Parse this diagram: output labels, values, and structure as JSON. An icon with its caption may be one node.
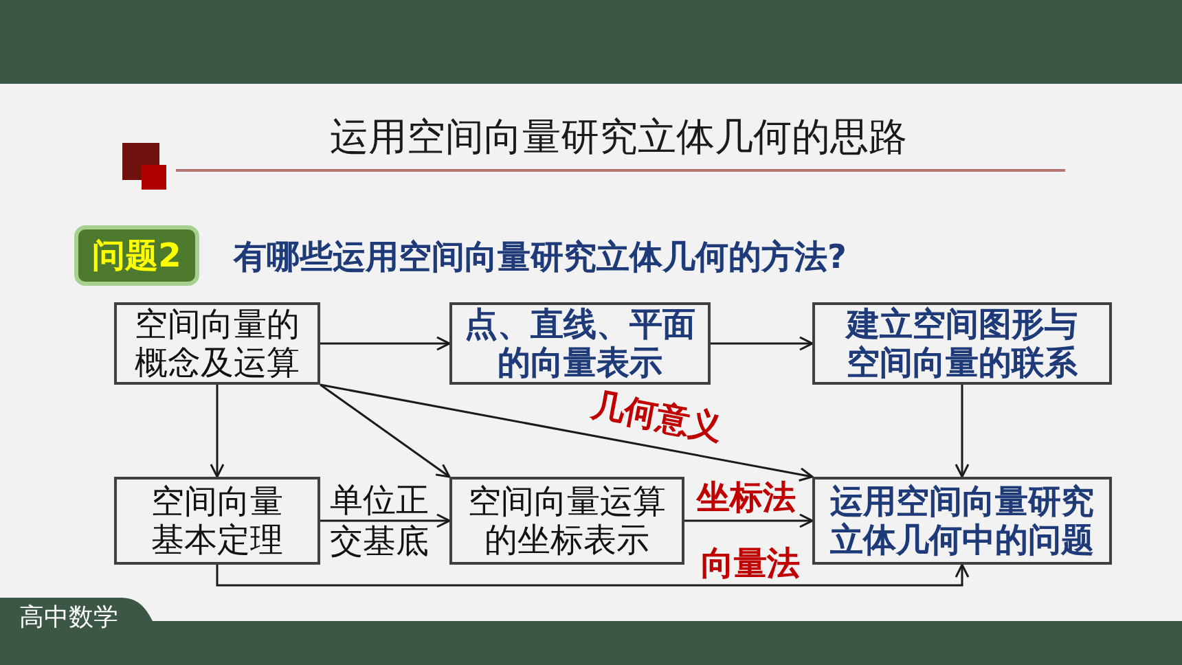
{
  "diagram": {
    "title": "运用空间向量研究立体几何的思路",
    "nodes": [
      {
        "text": [
          "问题2"
        ],
        "beside": [
          "有哪些运用空间向量研究立体几何的方法?"
        ]
      },
      {
        "text": [
          "空间向量的概念及运算"
        ]
      },
      {
        "text": [
          "点、直线、平面的向量表示"
        ]
      },
      {
        "text": [
          "建立空间图形与空间向量的联系"
        ]
      },
      {
        "text": [
          "空间向量基本定理"
        ]
      },
      {
        "text": [
          "空间向量运算的坐标表示"
        ]
      },
      {
        "text": [
          "运用空间向量研究立体几何中的问题"
        ]
      },
      {
        "text": [
          "高中数学"
        ]
      }
    ],
    "edges": [
      {
        "from": 1,
        "to": 2,
        "arrow": "to"
      },
      {
        "from": 2,
        "to": 3,
        "arrow": "to"
      },
      {
        "from": 1,
        "to": 4,
        "arrow": "to"
      },
      {
        "from": 1,
        "to": 5,
        "arrow": "to"
      },
      {
        "from": 1,
        "to": 6,
        "arrow": "to",
        "label": "几何意义"
      },
      {
        "from": 3,
        "to": 6,
        "arrow": "to"
      },
      {
        "from": 4,
        "to": 5,
        "arrow": "to",
        "label": "单位正交基底"
      },
      {
        "from": 5,
        "to": 6,
        "arrow": "to",
        "label": "坐标法"
      },
      {
        "from": 4,
        "to": 6,
        "arrow": "to",
        "label": "向量法"
      }
    ]
  }
}
